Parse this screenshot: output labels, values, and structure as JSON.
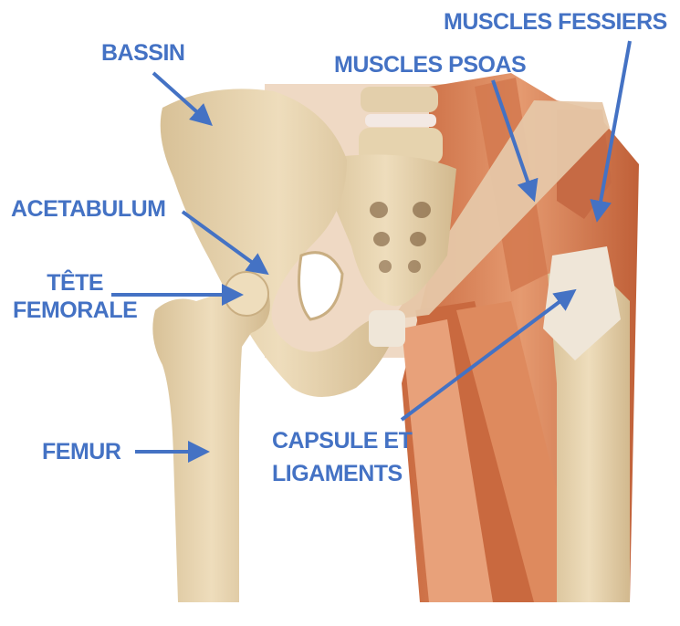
{
  "labels": {
    "bassin": "BASSIN",
    "muscles_fessiers": "MUSCLES FESSIERS",
    "muscles_psoas": "MUSCLES PSOAS",
    "acetabulum": "ACETABULUM",
    "tete_femorale_line1": "TÊTE",
    "tete_femorale_line2": "FEMORALE",
    "femur": "FEMUR",
    "capsule_line1": "CAPSULE ET",
    "capsule_line2": "LIGAMENTS"
  },
  "colors": {
    "label": "#4472C4",
    "bone": "#E6D3AE",
    "bone_shadow": "#C9AE82",
    "muscle": "#D9845A",
    "muscle_dark": "#B85E38",
    "ligament": "#EFE6D8"
  }
}
